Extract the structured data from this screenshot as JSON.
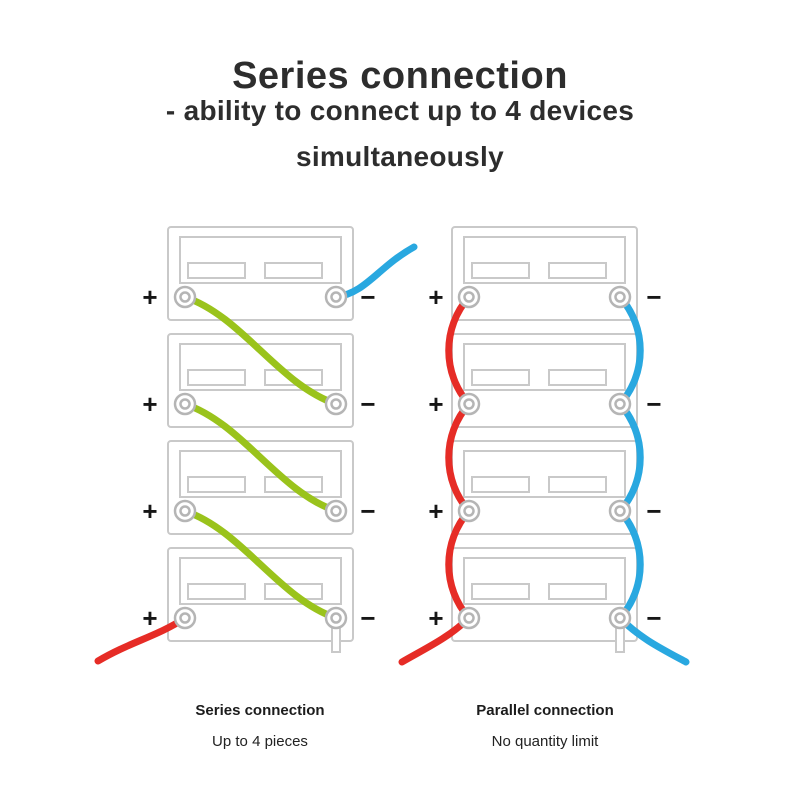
{
  "header": {
    "title": "Series connection",
    "subtitle_line1": "- ability to connect up to 4 devices",
    "subtitle_line2": "simultaneously"
  },
  "labels": {
    "plus": "+",
    "minus": "−"
  },
  "diagram": {
    "columns": [
      {
        "id": "series",
        "battery_count": 4
      },
      {
        "id": "parallel",
        "battery_count": 4
      }
    ]
  },
  "captions": {
    "series": {
      "title": "Series connection",
      "subtitle": "Up to 4 pieces"
    },
    "parallel": {
      "title": "Parallel connection",
      "subtitle": "No quantity limit"
    }
  },
  "colors": {
    "text": "#2d2d2d",
    "wire_red": "#e62c26",
    "wire_green": "#9ac31c",
    "wire_blue": "#29a8e0",
    "battery_outline": "#c9c9c9",
    "terminal_outline": "#b5b5b5",
    "sign": "#161616"
  }
}
